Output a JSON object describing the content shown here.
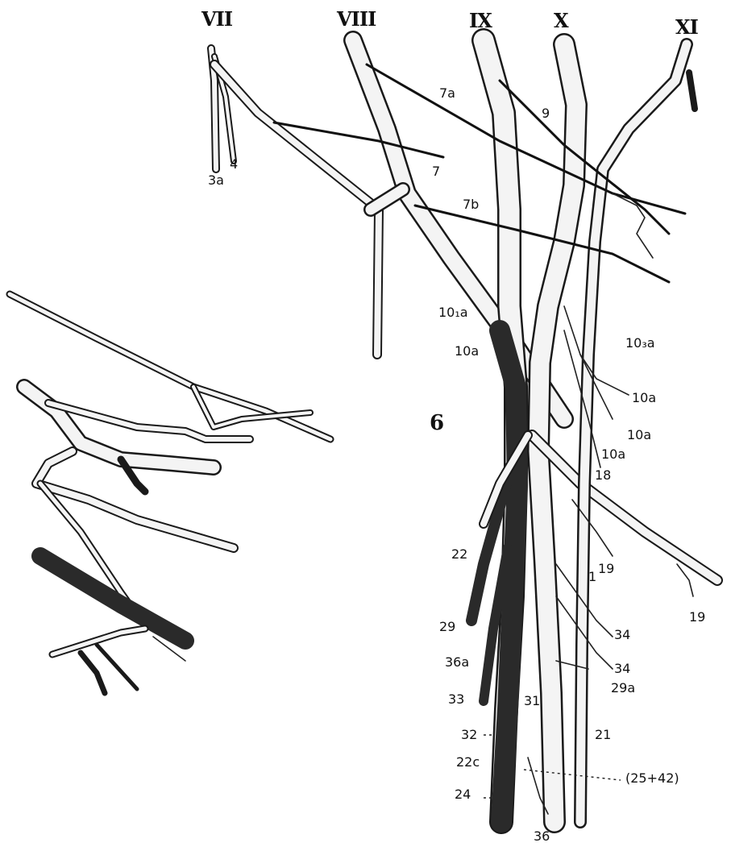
{
  "figure_number": "6",
  "cranial_nerves": {
    "vii": "VII",
    "viii": "VIII",
    "ix": "IX",
    "x": "X",
    "xi": "XI"
  },
  "labels": {
    "l3a": "3a",
    "l4": "4",
    "l7a": "7a",
    "l7": "7",
    "l7b": "7b",
    "l9": "9",
    "l10_1a": "10₁a",
    "l10a_left": "10a",
    "l10_3a": "10₃a",
    "l10a_r1": "10a",
    "l10a_r2": "10a",
    "l10a_r3": "10a",
    "l18": "18",
    "l19_mid": "19",
    "l19_right": "19",
    "l1": "1",
    "l22": "22",
    "l29": "29",
    "l34_a": "34",
    "l34_b": "34",
    "l29a": "29a",
    "l36a": "36a",
    "l33": "33",
    "l31": "31",
    "l32": "32",
    "l21": "21",
    "l22c": "22c",
    "l25_42": "(25+42)",
    "l24": "24",
    "l36": "36"
  }
}
